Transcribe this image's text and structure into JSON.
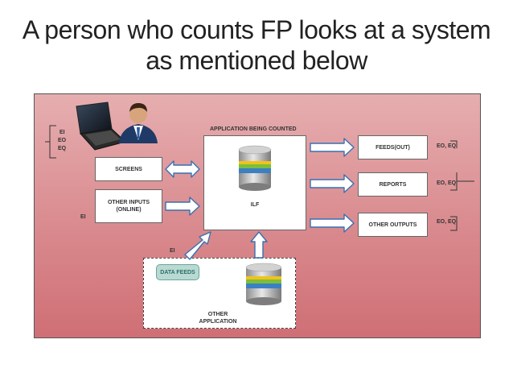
{
  "slide": {
    "title": "A person who counts FP looks at a system\nas mentioned below"
  },
  "diagram": {
    "user_tags": [
      "EI",
      "EO",
      "EQ"
    ],
    "application_label": "APPLICATION BEING COUNTED",
    "ilf_label": "ILF",
    "screens_label": "SCREENS",
    "other_inputs_label": "OTHER INPUTS\n(ONLINE)",
    "ei_left_label": "EI",
    "feeds_out_label": "FEEDS(OUT)",
    "reports_label": "REPORTS",
    "other_outputs_label": "OTHER OUTPUTS",
    "eo_eq_1": "EO, EQ",
    "eo_eq_2": "EO, EQ",
    "eo_eq_3": "EO, EQ",
    "ei_bottom_label": "EI",
    "data_feeds_label": "DATA FEEDS",
    "other_application_label": "OTHER\nAPPLICATION"
  },
  "colors": {
    "panel_top": "#e6aeb0",
    "panel_bottom": "#cf6f75",
    "arrow_fill": "#ffffff",
    "arrow_stroke": "#3a6fb0",
    "db_blue": "#3b7fc4",
    "db_green": "#7bbf3a",
    "db_yellow": "#f2c21b",
    "data_feeds_bg": "#b9d9d3"
  },
  "icons": [
    "laptop-icon",
    "person-icon",
    "database-icon",
    "arrow-icon",
    "bracket-icon"
  ]
}
